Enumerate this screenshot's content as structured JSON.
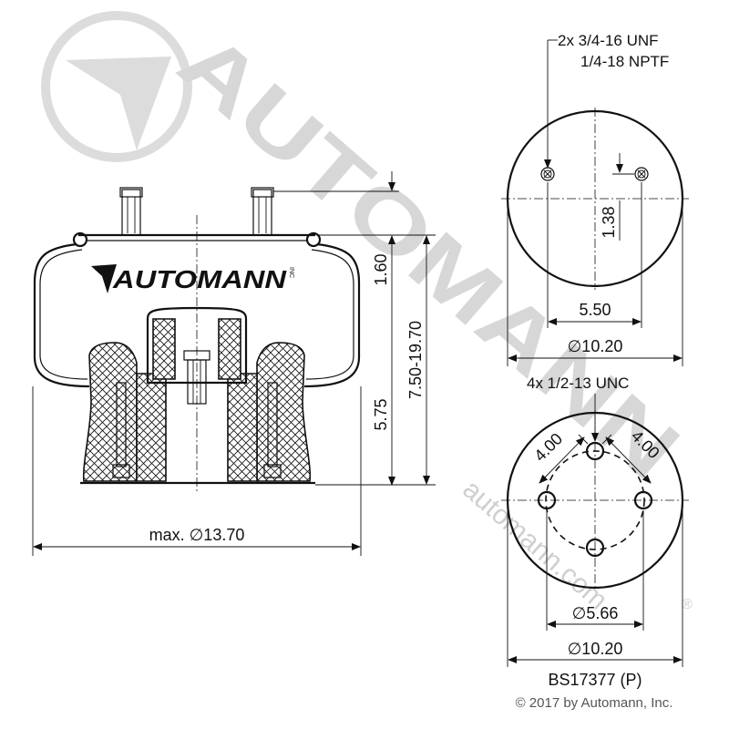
{
  "brand": {
    "logo_text": "AUTOMANN",
    "logo_suffix": "INC",
    "watermark_text": "AUTOMANN",
    "watermark_url": "automann.com"
  },
  "side_view": {
    "dim_max_diameter": "max. ∅13.70",
    "dim_1_60": "1.60",
    "dim_5_75": "5.75",
    "dim_height_range": "7.50-19.70"
  },
  "top_view": {
    "thread_note_line1": "2x 3/4-16 UNF",
    "thread_note_line2": "1/4-18 NPTF",
    "dim_1_38": "1.38",
    "dim_5_50": "5.50",
    "dim_diameter": "∅10.20"
  },
  "bottom_view": {
    "bolt_note": "4x 1/2-13 UNC",
    "dim_4_00_left": "4.00",
    "dim_4_00_right": "4.00",
    "dim_bolt_circle": "∅5.66",
    "dim_diameter": "∅10.20"
  },
  "part_number": "BS17377 (P)",
  "copyright": "© 2017 by Automann, Inc.",
  "colors": {
    "ink": "#111111",
    "watermark": "#d9d9d9",
    "background": "#ffffff"
  }
}
